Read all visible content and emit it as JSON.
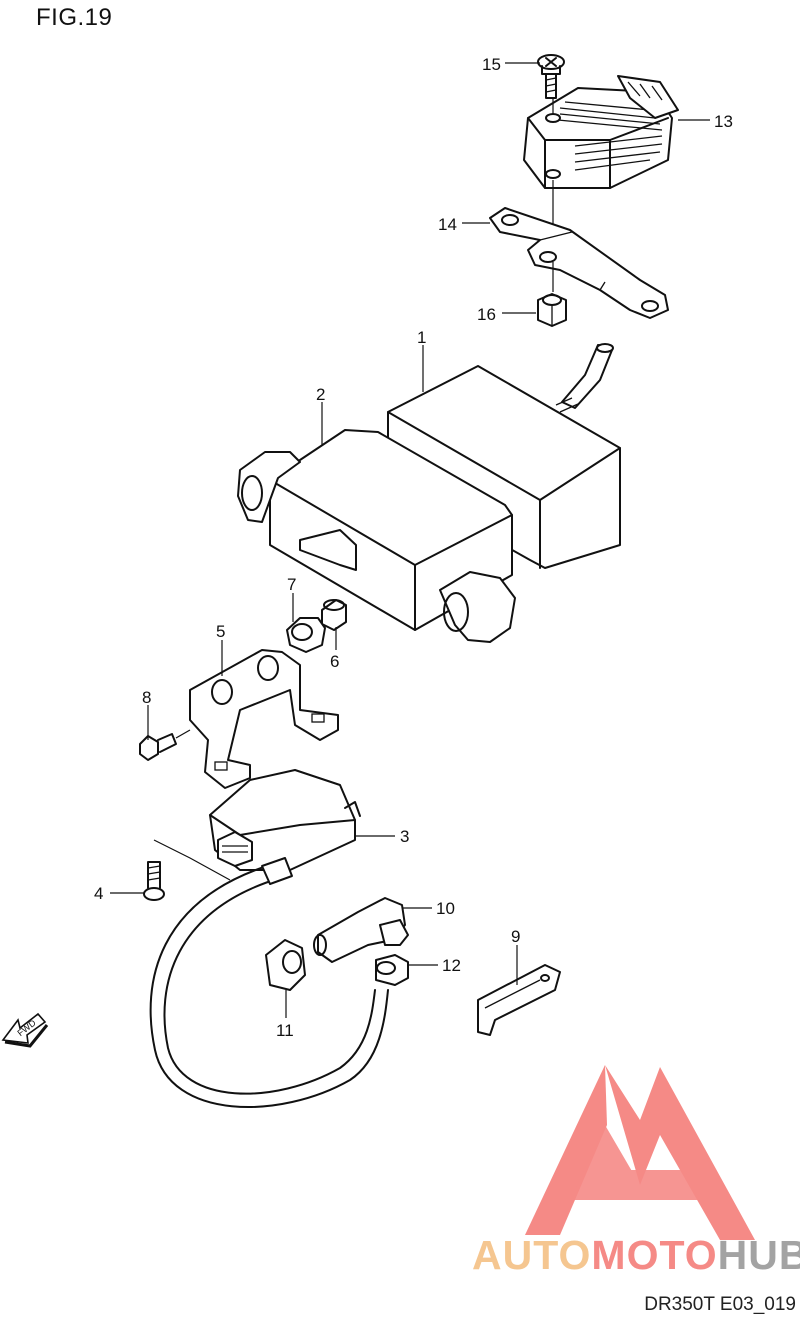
{
  "figure": {
    "title": "FIG.19",
    "code": "DR350T E03_019"
  },
  "direction_label": "FWD",
  "watermark": {
    "part1": "AUTO",
    "part2": "MOTO",
    "part3": "HUB",
    "color_red": "#f58a86",
    "color_orange": "#f5c690",
    "color_gray": "#a3a3a3"
  },
  "callouts": [
    {
      "id": "c1",
      "text": "1"
    },
    {
      "id": "c2",
      "text": "2"
    },
    {
      "id": "c3",
      "text": "3"
    },
    {
      "id": "c4",
      "text": "4"
    },
    {
      "id": "c5",
      "text": "5"
    },
    {
      "id": "c6",
      "text": "6"
    },
    {
      "id": "c7",
      "text": "7"
    },
    {
      "id": "c8",
      "text": "8"
    },
    {
      "id": "c9",
      "text": "9"
    },
    {
      "id": "c10",
      "text": "10"
    },
    {
      "id": "c11",
      "text": "11"
    },
    {
      "id": "c12",
      "text": "12"
    },
    {
      "id": "c13",
      "text": "13"
    },
    {
      "id": "c14",
      "text": "14"
    },
    {
      "id": "c15",
      "text": "15"
    },
    {
      "id": "c16",
      "text": "16"
    }
  ]
}
